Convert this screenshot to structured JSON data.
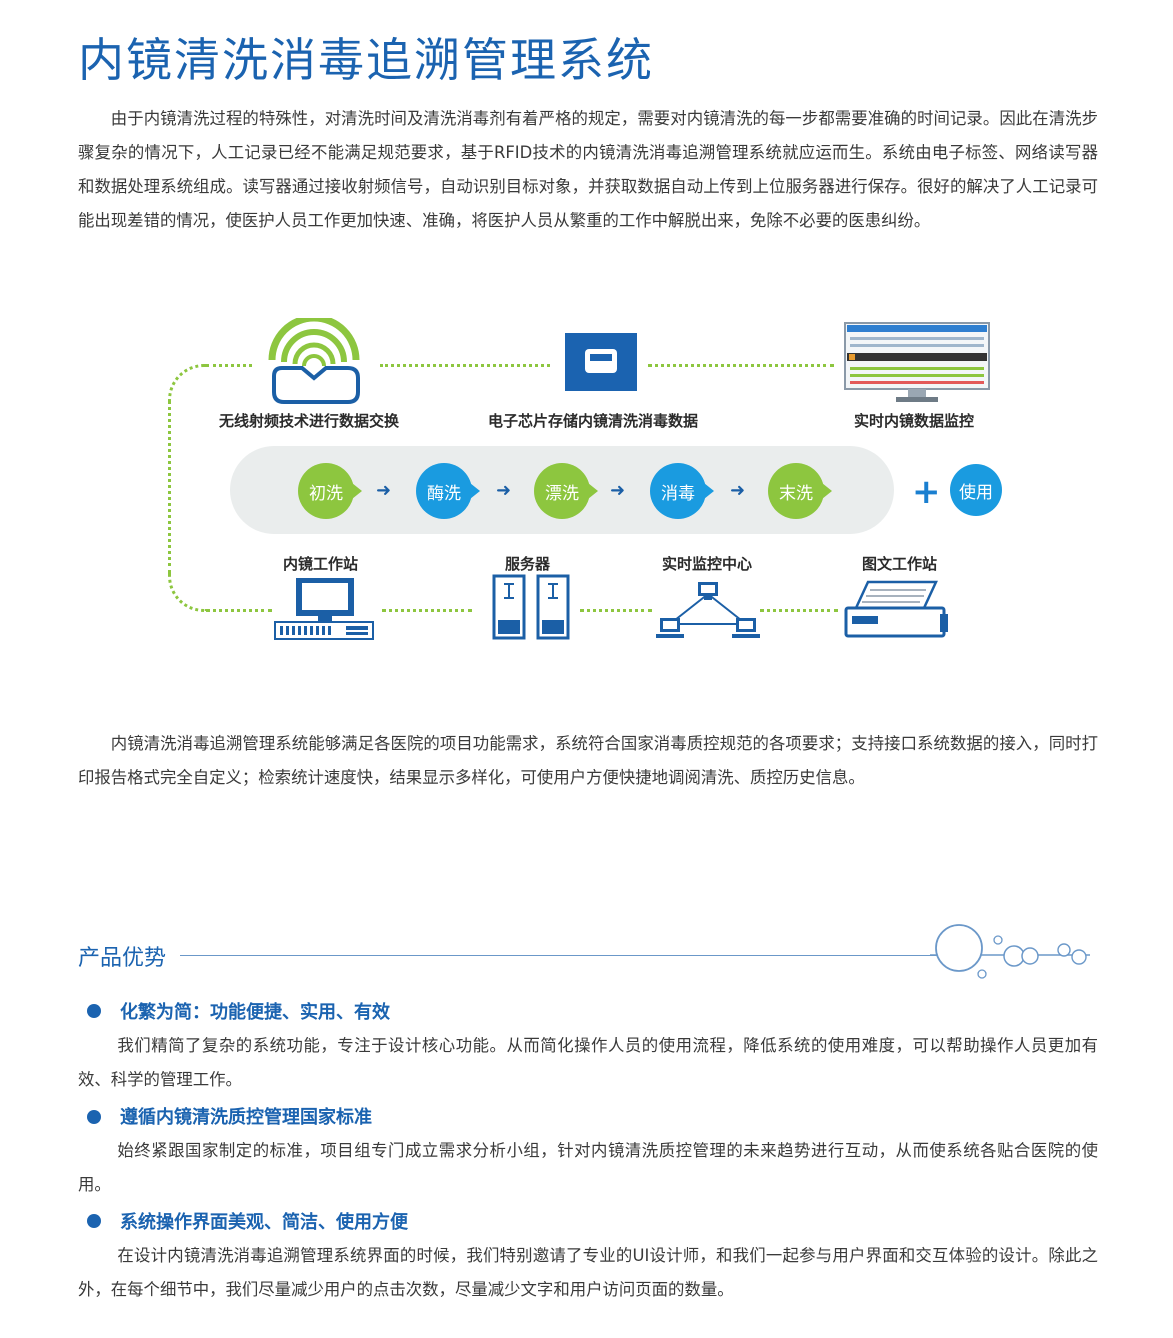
{
  "title": "内镜清洗消毒追溯管理系统",
  "intro": "由于内镜清洗过程的特殊性，对清洗时间及清洗消毒剂有着严格的规定，需要对内镜清洗的每一步都需要准确的时间记录。因此在清洗步骤复杂的情况下，人工记录已经不能满足规范要求，基于RFID技术的内镜清洗消毒追溯管理系统就应运而生。系统由电子标签、网络读写器和数据处理系统组成。读写器通过接收射频信号，自动识别目标对象，并获取数据自动上传到上位服务器进行保存。很好的解决了人工记录可能出现差错的情况，使医护人员工作更加快速、准确，将医护人员从繁重的工作中解脱出来，免除不必要的医患纠纷。",
  "diagram": {
    "top_labels": [
      "无线射频技术进行数据交换",
      "电子芯片存储内镜清洗消毒数据",
      "实时内镜数据监控"
    ],
    "steps": [
      "初洗",
      "酶洗",
      "漂洗",
      "消毒",
      "末洗"
    ],
    "use": "使用",
    "plus": "+",
    "arrow": "➜",
    "bottom_labels": [
      "内镜工作站",
      "服务器",
      "实时监控中心",
      "图文工作站"
    ],
    "colors": {
      "green": "#8dc63f",
      "blue": "#1a9be0",
      "navy": "#1b5fa6"
    },
    "icons": [
      "rfid-wave-icon",
      "chip-icon",
      "monitor-dashboard-icon",
      "desktop-computer-icon",
      "server-icon",
      "network-icon",
      "printer-icon"
    ]
  },
  "summary": "内镜清洗消毒追溯管理系统能够满足各医院的项目功能需求，系统符合国家消毒质控规范的各项要求；支持接口系统数据的接入，同时打印报告格式完全自定义；检索统计速度快，结果显示多样化，可使用户方便快捷地调阅清洗、质控历史信息。",
  "advantages": {
    "title": "产品优势",
    "items": [
      {
        "head": "化繁为简：功能便捷、实用、有效",
        "text": "我们精简了复杂的系统功能，专注于设计核心功能。从而简化操作人员的使用流程，降低系统的使用难度，可以帮助操作人员更加有效、科学的管理工作。"
      },
      {
        "head": "遵循内镜清洗质控管理国家标准",
        "text": "始终紧跟国家制定的标准，项目组专门成立需求分析小组，针对内镜清洗质控管理的未来趋势进行互动，从而使系统各贴合医院的使用。"
      },
      {
        "head": "系统操作界面美观、简洁、使用方便",
        "text": "在设计内镜清洗消毒追溯管理系统界面的时候，我们特别邀请了专业的UI设计师，和我们一起参与用户界面和交互体验的设计。除此之外，在每个细节中，我们尽量减少用户的点击次数，尽量减少文字和用户访问页面的数量。"
      }
    ]
  }
}
